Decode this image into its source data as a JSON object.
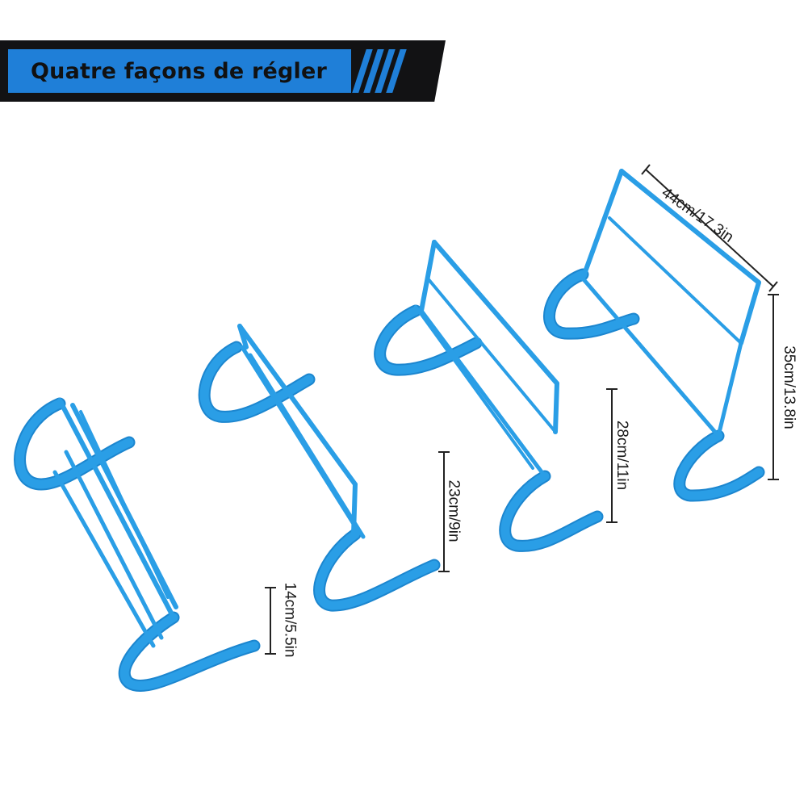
{
  "banner": {
    "title": "Quatre façons de régler"
  },
  "colors": {
    "hurdle": "#2a9ee6",
    "hurdle_shadow": "#1c86cf",
    "banner_bg": "#121214",
    "banner_accent": "#1f7fd8",
    "dimension_line": "#222222"
  },
  "dimensions": {
    "width": "44cm/17.3in",
    "h1": "14cm/5.5in",
    "h2": "23cm/9in",
    "h3": "28cm/11in",
    "h4": "35cm/13.8in"
  }
}
